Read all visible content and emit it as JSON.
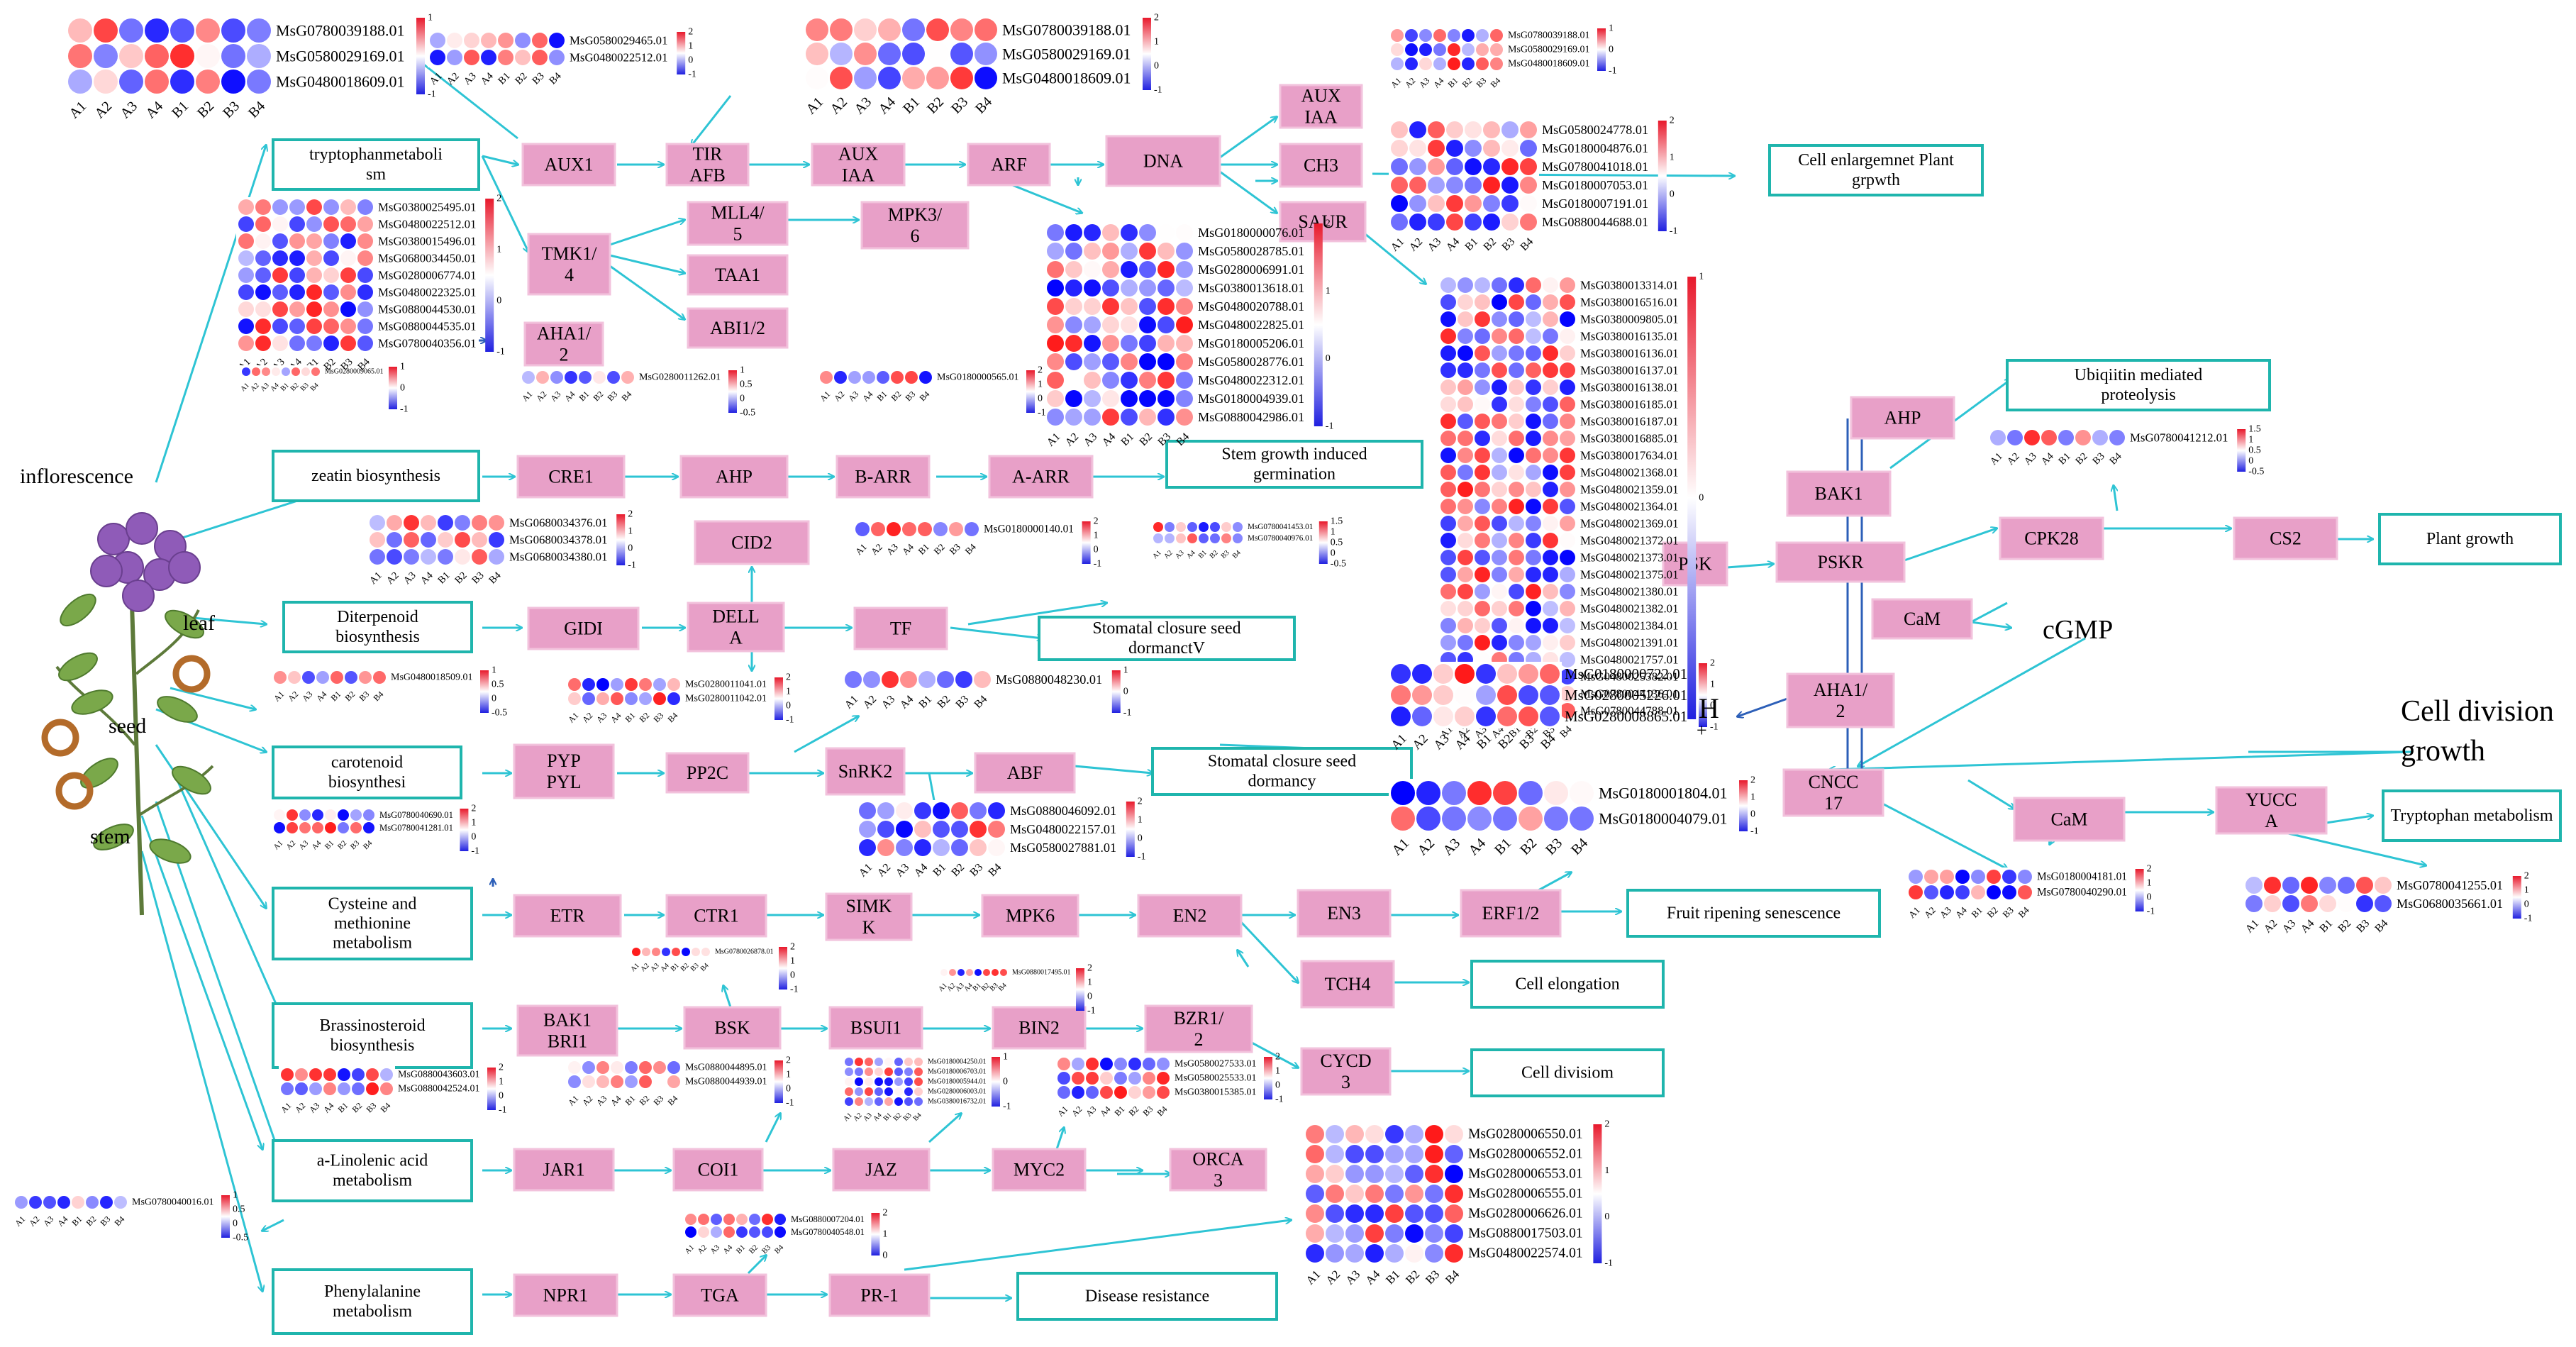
{
  "colors": {
    "arrow": "#2ec4d4",
    "node_fill": "#e8a0c8",
    "box_border": "#1fb5ad",
    "dark_arrow": "#2c5fb8"
  },
  "tissues": {
    "inflorescence": "inflorescence",
    "leaf": "leaf",
    "seed": "seed",
    "stem": "stem"
  },
  "pathways": [
    {
      "id": "p_trp",
      "label": "tryptophanmetaboli sm"
    },
    {
      "id": "p_zea",
      "label": "zeatin biosynthesis"
    },
    {
      "id": "p_dit",
      "label": "Diterpenoid biosynthesis"
    },
    {
      "id": "p_car",
      "label": "carotenoid biosynthesi"
    },
    {
      "id": "p_cys",
      "label": "Cysteine and methionine metabolism"
    },
    {
      "id": "p_bra",
      "label": "Brassinosteroid biosynthesis"
    },
    {
      "id": "p_lin",
      "label": "a-Linolenic acid metabolism"
    },
    {
      "id": "p_phe",
      "label": "Phenylalanine metabolism"
    }
  ],
  "genes": [
    {
      "id": "g_aux1",
      "label": "AUX1"
    },
    {
      "id": "g_tir",
      "label": "TIR AFB"
    },
    {
      "id": "g_auxiaa",
      "label": "AUX IAA"
    },
    {
      "id": "g_arf",
      "label": "ARF"
    },
    {
      "id": "g_dna",
      "label": "DNA"
    },
    {
      "id": "g_auxiaa2",
      "label": "AUX IAA"
    },
    {
      "id": "g_ch3",
      "label": "CH3"
    },
    {
      "id": "g_saur",
      "label": "SAUR"
    },
    {
      "id": "g_tmk",
      "label": "TMK1/ 4"
    },
    {
      "id": "g_mll",
      "label": "MLL4/ 5"
    },
    {
      "id": "g_mpk36",
      "label": "MPK3/ 6"
    },
    {
      "id": "g_taa",
      "label": "TAA1"
    },
    {
      "id": "g_abi",
      "label": "ABI1/2"
    },
    {
      "id": "g_aha1",
      "label": "AHA1/ 2"
    },
    {
      "id": "g_cre",
      "label": "CRE1"
    },
    {
      "id": "g_ahp",
      "label": "AHP"
    },
    {
      "id": "g_barr",
      "label": "B-ARR"
    },
    {
      "id": "g_aarr",
      "label": "A-ARR"
    },
    {
      "id": "g_cid",
      "label": "CID2"
    },
    {
      "id": "g_gidi",
      "label": "GIDI"
    },
    {
      "id": "g_dell",
      "label": "DELL A"
    },
    {
      "id": "g_tf",
      "label": "TF"
    },
    {
      "id": "g_pyp",
      "label": "PYP PYL"
    },
    {
      "id": "g_pp2c",
      "label": "PP2C"
    },
    {
      "id": "g_snrk",
      "label": "SnRK2"
    },
    {
      "id": "g_abf",
      "label": "ABF"
    },
    {
      "id": "g_etr",
      "label": "ETR"
    },
    {
      "id": "g_ctr",
      "label": "CTR1"
    },
    {
      "id": "g_simk",
      "label": "SIMK K"
    },
    {
      "id": "g_mpk6",
      "label": "MPK6"
    },
    {
      "id": "g_en2",
      "label": "EN2"
    },
    {
      "id": "g_en3",
      "label": "EN3"
    },
    {
      "id": "g_erf",
      "label": "ERF1/2"
    },
    {
      "id": "g_tch4",
      "label": "TCH4"
    },
    {
      "id": "g_bak1bri",
      "label": "BAK1 BRI1"
    },
    {
      "id": "g_bsk",
      "label": "BSK"
    },
    {
      "id": "g_bsu",
      "label": "BSUI1"
    },
    {
      "id": "g_bin2",
      "label": "BIN2"
    },
    {
      "id": "g_bzr",
      "label": "BZR1/ 2"
    },
    {
      "id": "g_cycd",
      "label": "CYCD 3"
    },
    {
      "id": "g_jar",
      "label": "JAR1"
    },
    {
      "id": "g_coi",
      "label": "COI1"
    },
    {
      "id": "g_jaz",
      "label": "JAZ"
    },
    {
      "id": "g_myc",
      "label": "MYC2"
    },
    {
      "id": "g_orca",
      "label": "ORCA 3"
    },
    {
      "id": "g_npr",
      "label": "NPR1"
    },
    {
      "id": "g_tga",
      "label": "TGA"
    },
    {
      "id": "g_pr1",
      "label": "PR-1"
    },
    {
      "id": "g_ahp2",
      "label": "AHP"
    },
    {
      "id": "g_bak1",
      "label": "BAK1"
    },
    {
      "id": "g_psk",
      "label": "PSK"
    },
    {
      "id": "g_pskr",
      "label": "PSKR"
    },
    {
      "id": "g_cam",
      "label": "CaM"
    },
    {
      "id": "g_aha2",
      "label": "AHA1/ 2"
    },
    {
      "id": "g_cncc",
      "label": "CNCC 17"
    },
    {
      "id": "g_cam2",
      "label": "CaM"
    },
    {
      "id": "g_yucca",
      "label": "YUCC A"
    },
    {
      "id": "g_cpk",
      "label": "CPK28"
    },
    {
      "id": "g_cs2",
      "label": "CS2"
    }
  ],
  "outcomes": [
    {
      "id": "o_enl",
      "label": "Cell enlargemnet Plant grpwth"
    },
    {
      "id": "o_stem",
      "label": "Stem growth induced germination"
    },
    {
      "id": "o_stom1",
      "label": "Stomatal closure seed dormanctV"
    },
    {
      "id": "o_stom2",
      "label": "Stomatal closure seed dormancy"
    },
    {
      "id": "o_fruit",
      "label": "Fruit ripening senescence"
    },
    {
      "id": "o_elong",
      "label": "Cell elongation"
    },
    {
      "id": "o_div",
      "label": "Cell divisiom"
    },
    {
      "id": "o_dis",
      "label": "Disease resistance"
    },
    {
      "id": "o_ubq",
      "label": "Ubiqiitin mediated proteolysis"
    },
    {
      "id": "o_growth",
      "label": "Plant growth"
    },
    {
      "id": "o_tryp",
      "label": "Tryptophan metabolism"
    }
  ],
  "free_text": {
    "cgmp": "cGMP",
    "cell_div": "Cell division growth",
    "h_plus": "H",
    "plus": "+"
  },
  "sample_labels": [
    "A1",
    "A2",
    "A3",
    "A4",
    "B1",
    "B2",
    "B3",
    "B4"
  ],
  "heatmaps": [
    {
      "id": "hm1",
      "scale": [
        "1",
        "0",
        "-1"
      ],
      "genes": [
        "MsG0780039188.01",
        "MsG0580029169.01",
        "MsG0480018609.01"
      ]
    },
    {
      "id": "hm2",
      "scale": [
        "2",
        "1",
        "0",
        "-1"
      ],
      "genes": [
        "MsG0580029465.01",
        "MsG0480022512.01"
      ]
    },
    {
      "id": "hm3",
      "scale": [
        "2",
        "1",
        "0",
        "-1"
      ],
      "genes": [
        "MsG0780039188.01",
        "MsG0580029169.01",
        "MsG0480018609.01"
      ]
    },
    {
      "id": "hm4",
      "scale": [
        "1",
        "0",
        "-1"
      ],
      "genes": [
        "MsG0780039188.01",
        "MsG0580029169.01",
        "MsG0480018609.01"
      ]
    },
    {
      "id": "hm5",
      "scale": [
        "2",
        "1",
        "0",
        "-1"
      ],
      "genes": [
        "MsG0580024778.01",
        "MsG0180004876.01",
        "MsG0780041018.01",
        "MsG0180007053.01",
        "MsG0180007191.01",
        "MsG0880044688.01"
      ]
    },
    {
      "id": "hm6",
      "scale": [
        "2",
        "1",
        "0",
        "-1"
      ],
      "genes": [
        "MsG0380025495.01",
        "MsG0480022512.01",
        "MsG0380015496.01",
        "MsG0680034450.01",
        "MsG0280006774.01",
        "MsG0480022325.01",
        "MsG0880044530.01",
        "MsG0880044535.01",
        "MsG0780040356.01"
      ]
    },
    {
      "id": "hm7",
      "scale": [
        "2",
        "1",
        "0",
        "-1"
      ],
      "genes": [
        "MsG0180000076.01",
        "MsG0580028785.01",
        "MsG0280006991.01",
        "MsG0380013618.01",
        "MsG0480020788.01",
        "MsG0480022825.01",
        "MsG0180005206.01",
        "MsG0580028776.01",
        "MsG0480022312.01",
        "MsG0180004939.01",
        "MsG0880042986.01"
      ]
    },
    {
      "id": "hm8",
      "scale": [
        "1",
        "0",
        "-1"
      ],
      "genes": [
        "MsG0380013314.01",
        "MsG0380016516.01",
        "MsG0380009805.01",
        "MsG0380016135.01",
        "MsG0380016136.01",
        "MsG0380016137.01",
        "MsG0380016138.01",
        "MsG0380016185.01",
        "MsG0380016187.01",
        "MsG0380016885.01",
        "MsG0380017634.01",
        "MsG0480021368.01",
        "MsG0480021359.01",
        "MsG0480021364.01",
        "MsG0480021369.01",
        "MsG0480021372.01",
        "MsG0480021373.01",
        "MsG0480021375.01",
        "MsG0480021380.01",
        "MsG0480021382.01",
        "MsG0480021384.01",
        "MsG0480021391.01",
        "MsG0480021757.01",
        "MsG0480025382.01",
        "MsG0780044136.01",
        "MsG0780044788.01"
      ]
    },
    {
      "id": "hm9",
      "scale": [
        "1",
        "0",
        "-1"
      ],
      "genes": [
        "MsG0280009065.01"
      ]
    },
    {
      "id": "hm10",
      "scale": [
        "1",
        "0.5",
        "0",
        "-0.5"
      ],
      "genes": [
        "MsG0280011262.01"
      ]
    },
    {
      "id": "hm11",
      "scale": [
        "2",
        "1",
        "0",
        "-1"
      ],
      "genes": [
        "MsG0180000565.01"
      ]
    },
    {
      "id": "hm12",
      "scale": [
        "2",
        "1",
        "0",
        "-1"
      ],
      "genes": [
        "MsG0680034376.01",
        "MsG0680034378.01",
        "MsG0680034380.01"
      ]
    },
    {
      "id": "hm13",
      "scale": [
        "2",
        "1",
        "0",
        "-1"
      ],
      "genes": [
        "MsG0180000140.01"
      ]
    },
    {
      "id": "hm14",
      "scale": [
        "1.5",
        "1",
        "0.5",
        "0",
        "-0.5"
      ],
      "genes": [
        "MsG0780041453.01",
        "MsG0780040976.01"
      ]
    },
    {
      "id": "hm15",
      "scale": [
        "1",
        "0.5",
        "0",
        "-0.5"
      ],
      "genes": [
        "MsG0480018509.01"
      ]
    },
    {
      "id": "hm16",
      "scale": [
        "2",
        "1",
        "0",
        "-1"
      ],
      "genes": [
        "MsG0280011041.01",
        "MsG0280011042.01"
      ]
    },
    {
      "id": "hm17",
      "scale": [
        "1",
        "0",
        "-1"
      ],
      "genes": [
        "MsG0880048230.01"
      ]
    },
    {
      "id": "hm18",
      "scale": [
        "2",
        "1",
        "0",
        "-1"
      ],
      "genes": [
        "MsG0780040690.01",
        "MsG0780041281.01"
      ]
    },
    {
      "id": "hm19",
      "scale": [
        "2",
        "1",
        "0",
        "-1"
      ],
      "genes": [
        "MsG0880046092.01",
        "MsG0480022157.01",
        "MsG0580027881.01"
      ]
    },
    {
      "id": "hm20",
      "scale": [
        "2",
        "1",
        "0",
        "-1"
      ],
      "genes": [
        "MsG0180001804.01",
        "MsG0180004079.01"
      ]
    },
    {
      "id": "hm21",
      "scale": [
        "2",
        "1",
        "0",
        "-1"
      ],
      "genes": [
        "MsG0180000722.01",
        "MsG0280005226.01",
        "MsG0280008865.01"
      ]
    },
    {
      "id": "hm22",
      "scale": [
        "1.5",
        "1",
        "0.5",
        "0",
        "-0.5"
      ],
      "genes": [
        "MsG0780041212.01"
      ]
    },
    {
      "id": "hm23",
      "scale": [
        "2",
        "1",
        "0",
        "-1"
      ],
      "genes": [
        "MsG0780026878.01"
      ]
    },
    {
      "id": "hm24",
      "scale": [
        "2",
        "1",
        "0",
        "-1"
      ],
      "genes": [
        "MsG0880017495.01"
      ]
    },
    {
      "id": "hm25",
      "scale": [
        "2",
        "1",
        "0",
        "-1"
      ],
      "genes": [
        "MsG0180004181.01",
        "MsG0780040290.01"
      ]
    },
    {
      "id": "hm26",
      "scale": [
        "2",
        "1",
        "0",
        "-1"
      ],
      "genes": [
        "MsG0780041255.01",
        "MsG0680035661.01"
      ]
    },
    {
      "id": "hm27",
      "scale": [
        "2",
        "1",
        "0",
        "-1"
      ],
      "genes": [
        "MsG0880043603.01",
        "MsG0880042524.01"
      ]
    },
    {
      "id": "hm28",
      "scale": [
        "2",
        "1",
        "0",
        "-1"
      ],
      "genes": [
        "MsG0880044895.01",
        "MsG0880044939.01"
      ]
    },
    {
      "id": "hm29",
      "scale": [
        "1",
        "0",
        "-1"
      ],
      "genes": [
        "MsG0180004250.01",
        "MsG0180006703.01",
        "MsG0180005944.01",
        "MsG0280006003.01",
        "MsG0380016732.01"
      ]
    },
    {
      "id": "hm30",
      "scale": [
        "2",
        "1",
        "0",
        "-1"
      ],
      "genes": [
        "MsG0580027533.01",
        "MsG0580025533.01",
        "MsG0380015385.01"
      ]
    },
    {
      "id": "hm31",
      "scale": [
        "1",
        "0.5",
        "0",
        "-0.5"
      ],
      "genes": [
        "MsG0780040016.01"
      ]
    },
    {
      "id": "hm32",
      "scale": [
        "2",
        "1",
        "0"
      ],
      "genes": [
        "MsG0880007204.01",
        "MsG0780040548.01"
      ]
    },
    {
      "id": "hm33",
      "scale": [
        "2",
        "1",
        "0",
        "-1"
      ],
      "genes": [
        "MsG0280006550.01",
        "MsG0280006552.01",
        "MsG0280006553.01",
        "MsG0280006555.01",
        "MsG0280006626.01",
        "MsG0880017503.01",
        "MsG0480022574.01"
      ]
    }
  ]
}
